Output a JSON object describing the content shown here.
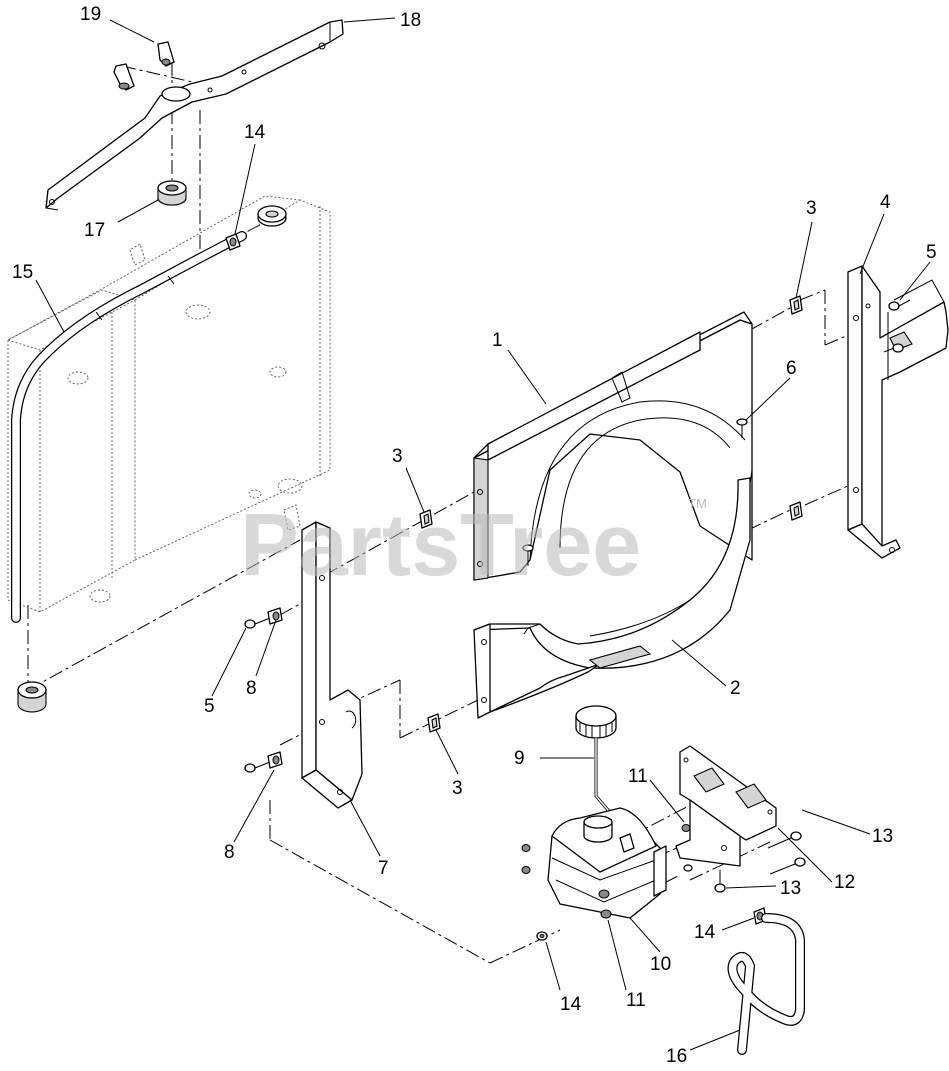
{
  "watermark": {
    "text": "PartsTree",
    "trademark": "TM"
  },
  "callouts": {
    "c1": "1",
    "c2": "2",
    "c3a": "3",
    "c3b": "3",
    "c3c": "3",
    "c4": "4",
    "c5a": "5",
    "c5b": "5",
    "c6": "6",
    "c7": "7",
    "c8a": "8",
    "c8b": "8",
    "c9": "9",
    "c10": "10",
    "c11a": "11",
    "c11b": "11",
    "c12": "12",
    "c13a": "13",
    "c13b": "13",
    "c14a": "14",
    "c14b": "14",
    "c14c": "14",
    "c15": "15",
    "c16": "16",
    "c17": "17",
    "c18": "18",
    "c19": "19"
  }
}
